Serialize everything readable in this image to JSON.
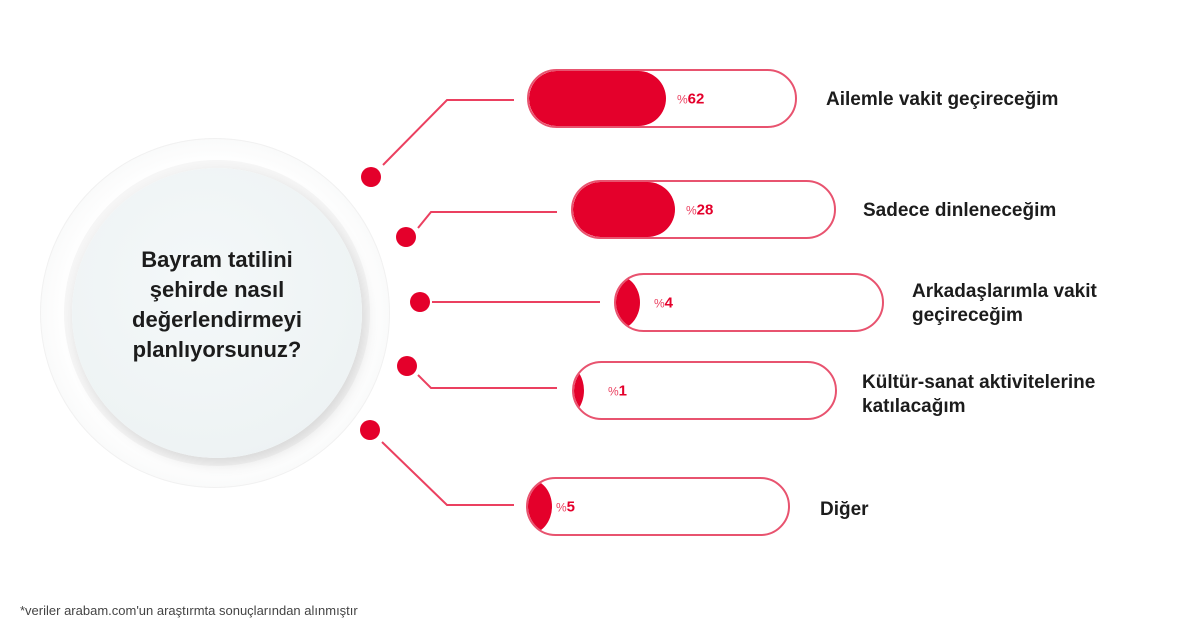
{
  "question": "Bayram tatilini şehirde nasıl değerlendirmeyi planlıyorsunuz?",
  "question_lines": [
    "Bayram tatilini",
    "şehirde nasıl",
    "değerlendirmeyi",
    "planlıyorsunuz?"
  ],
  "colors": {
    "accent": "#e4002b",
    "bar_border": "#e8536f",
    "text": "#1c1c1c",
    "circle_bg": "#eef3f4"
  },
  "items": [
    {
      "label": "Ailemle vakit geçireceğim",
      "label_lines": [
        "Ailemle vakit geçireceğim"
      ],
      "value": 62,
      "value_prefix": "%",
      "value_text": "62"
    },
    {
      "label": "Sadece dinleneceğim",
      "label_lines": [
        "Sadece dinleneceğim"
      ],
      "value": 28,
      "value_prefix": "%",
      "value_text": "28"
    },
    {
      "label": "Arkadaşlarımla vakit geçireceğim",
      "label_lines": [
        "Arkadaşlarımla vakit",
        "geçireceğim"
      ],
      "value": 4,
      "value_prefix": "%",
      "value_text": "4"
    },
    {
      "label": "Kültür-sanat aktivitelerine katılacağım",
      "label_lines": [
        "Kültür-sanat aktivitelerine",
        "katılacağım"
      ],
      "value": 1,
      "value_prefix": "%",
      "value_text": "1"
    },
    {
      "label": "Diğer",
      "label_lines": [
        "Diğer"
      ],
      "value": 5,
      "value_prefix": "%",
      "value_text": "5"
    }
  ],
  "footnote": "*veriler arabam.com'un araştırmta sonuçlarından alınmıştır",
  "chart_data": {
    "type": "bar",
    "orientation": "horizontal",
    "title": "Bayram tatilini şehirde nasıl değerlendirmeyi planlıyorsunuz?",
    "categories": [
      "Ailemle vakit geçireceğim",
      "Sadece dinleneceğim",
      "Arkadaşlarımla vakit geçireceğim",
      "Kültür-sanat aktivitelerine katılacağım",
      "Diğer"
    ],
    "values": [
      62,
      28,
      4,
      1,
      5
    ],
    "unit": "%",
    "xlabel": "",
    "ylabel": "",
    "xlim": [
      0,
      100
    ],
    "grid": false,
    "legend": null,
    "annotations": [
      "*veriler arabam.com'un araştırmta sonuçlarından alınmıştır"
    ]
  }
}
